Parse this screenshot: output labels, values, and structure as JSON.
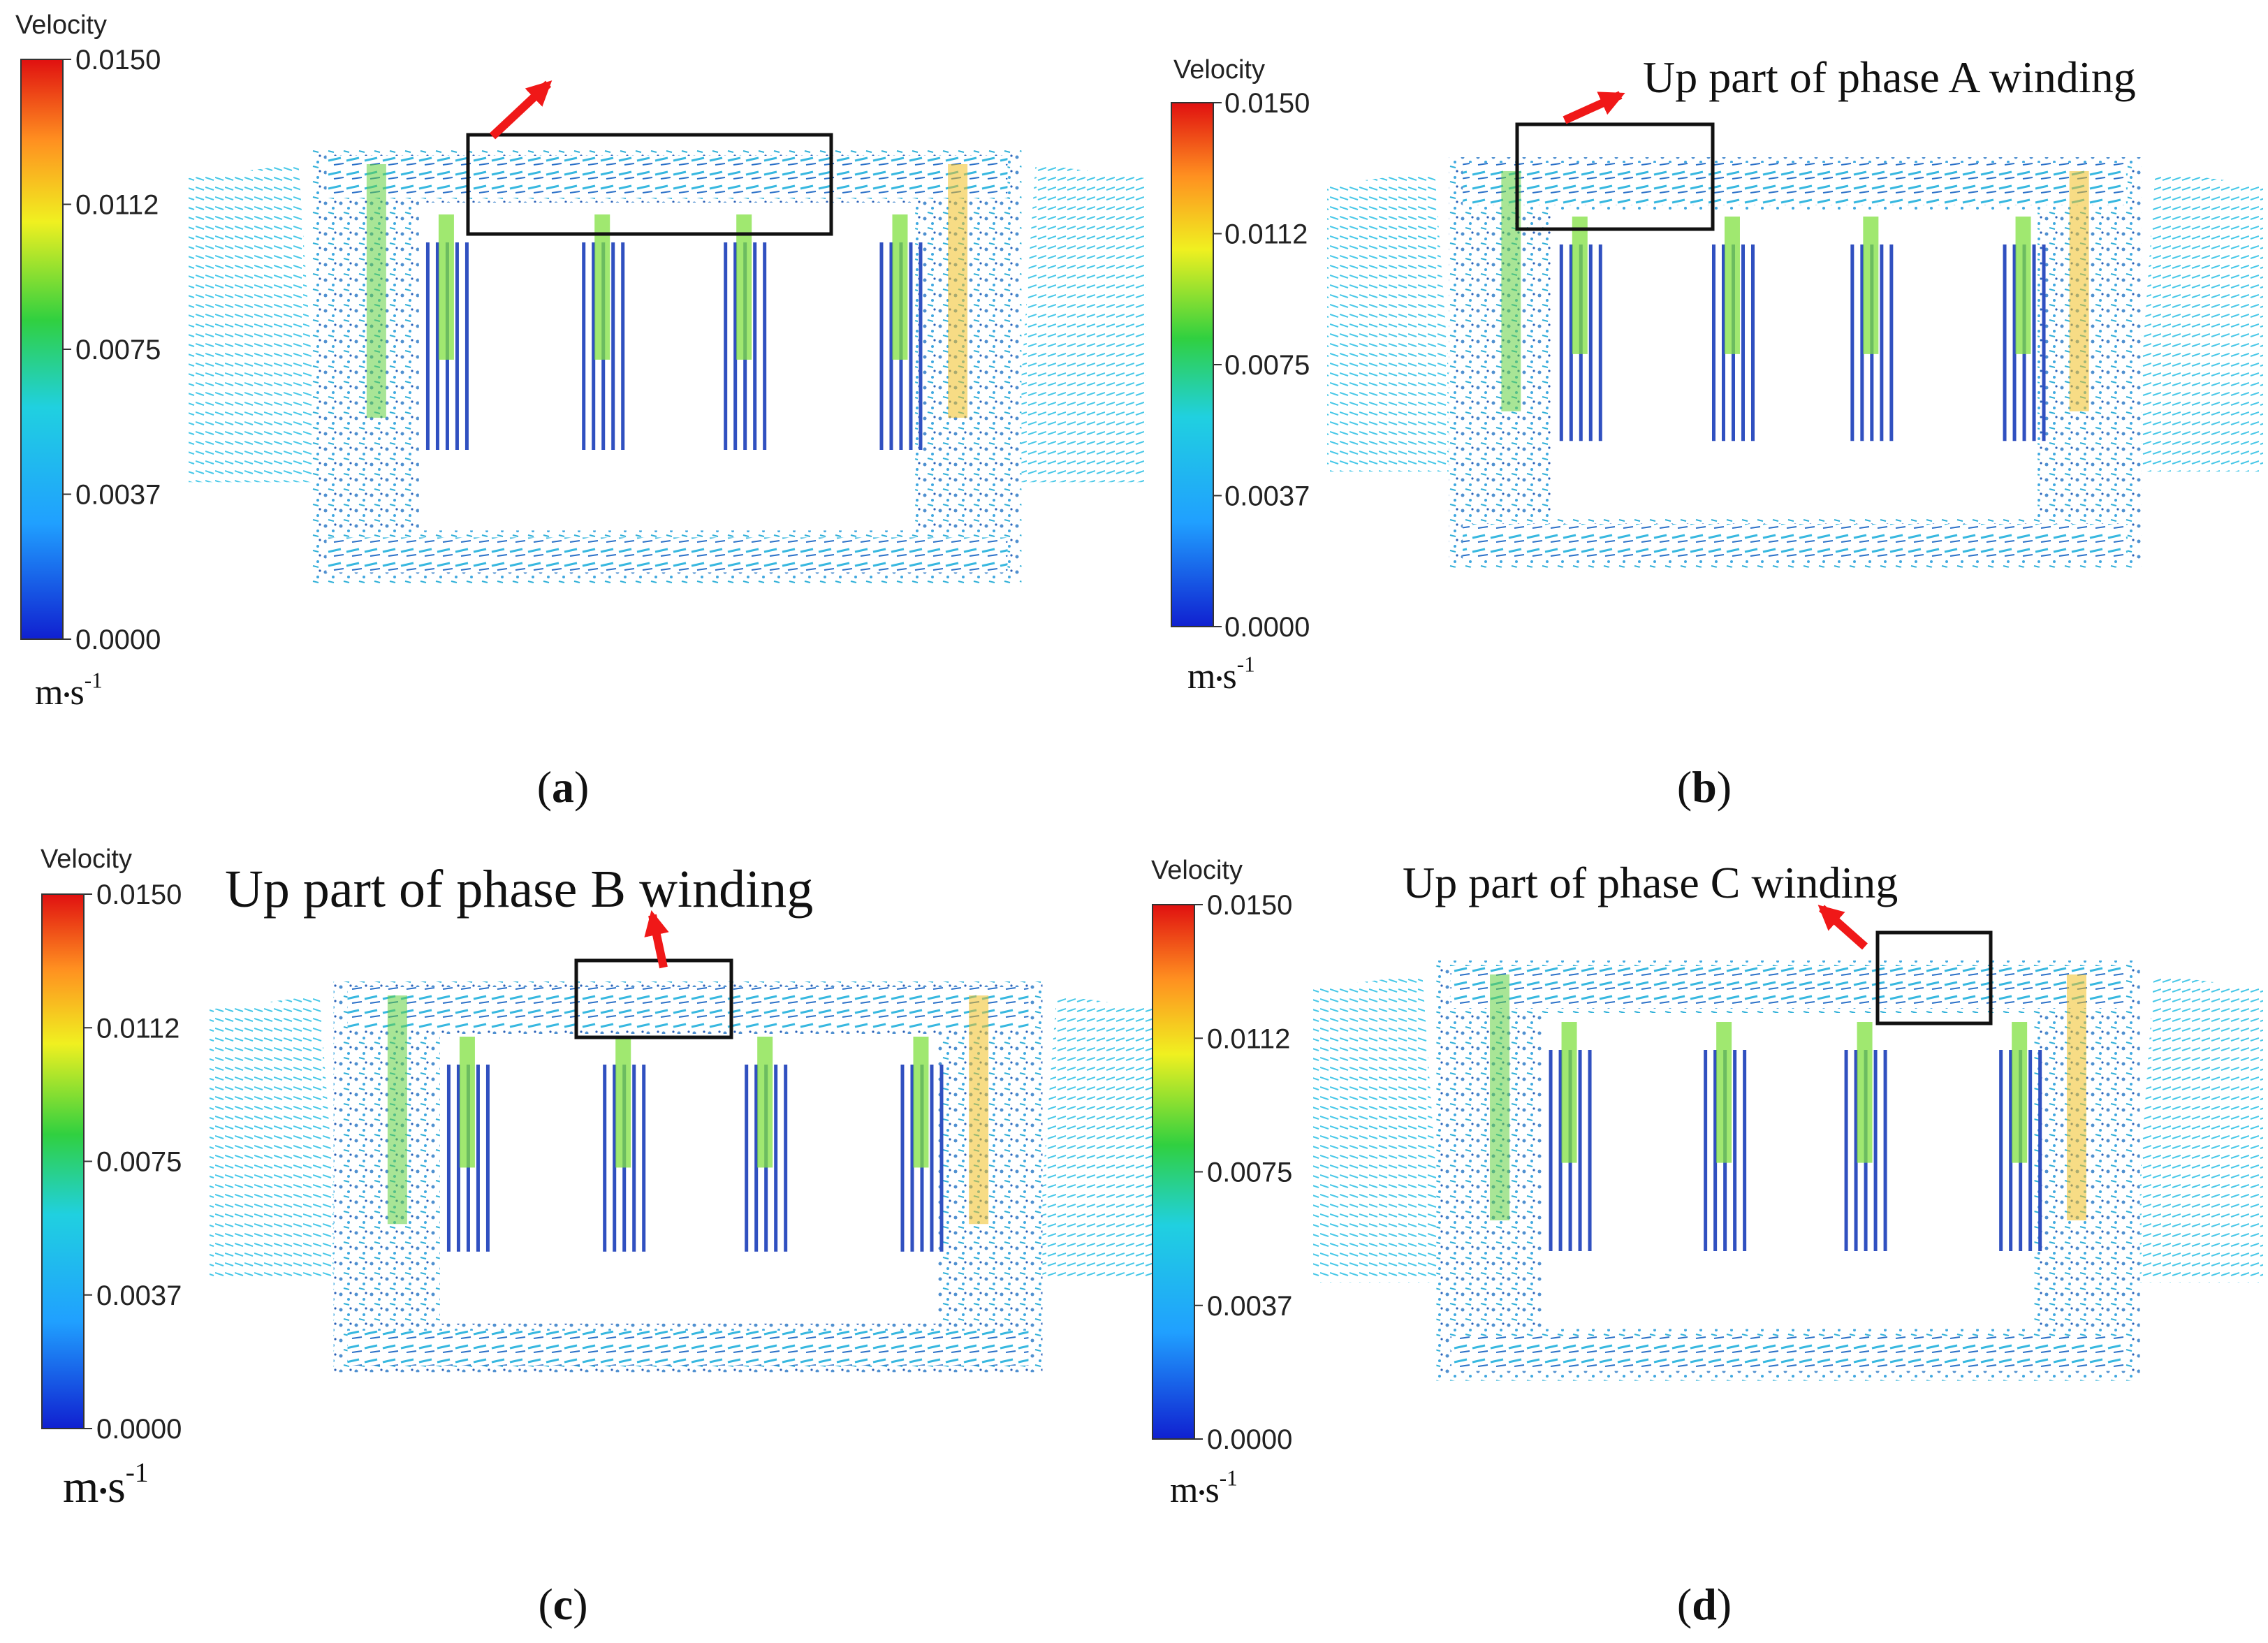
{
  "legend": {
    "title": "Velocity",
    "ticks": [
      "0.0150",
      "0.0112",
      "0.0075",
      "0.0037",
      "0.0000"
    ],
    "unit_base": "m",
    "unit_dot": "•",
    "unit_s": "s",
    "unit_exp": "-1",
    "colors": [
      "#1020d0",
      "#20a0ff",
      "#20d0e0",
      "#30d040",
      "#f0f020",
      "#ff9020",
      "#e01010"
    ]
  },
  "panels": [
    {
      "letter": "a",
      "open": "(",
      "close": ")",
      "annotation": ""
    },
    {
      "letter": "b",
      "open": "(",
      "close": ")",
      "annotation": "Up part of phase A winding"
    },
    {
      "letter": "c",
      "open": "(",
      "close": ")",
      "annotation": "Up part of phase B winding"
    },
    {
      "letter": "d",
      "open": "(",
      "close": ")",
      "annotation": "Up part of phase C winding"
    }
  ],
  "colors": {
    "highlight_arrow": "#f01818",
    "box": "#111111",
    "winding": "#3050c0",
    "background_flow": "#40c0e0"
  }
}
